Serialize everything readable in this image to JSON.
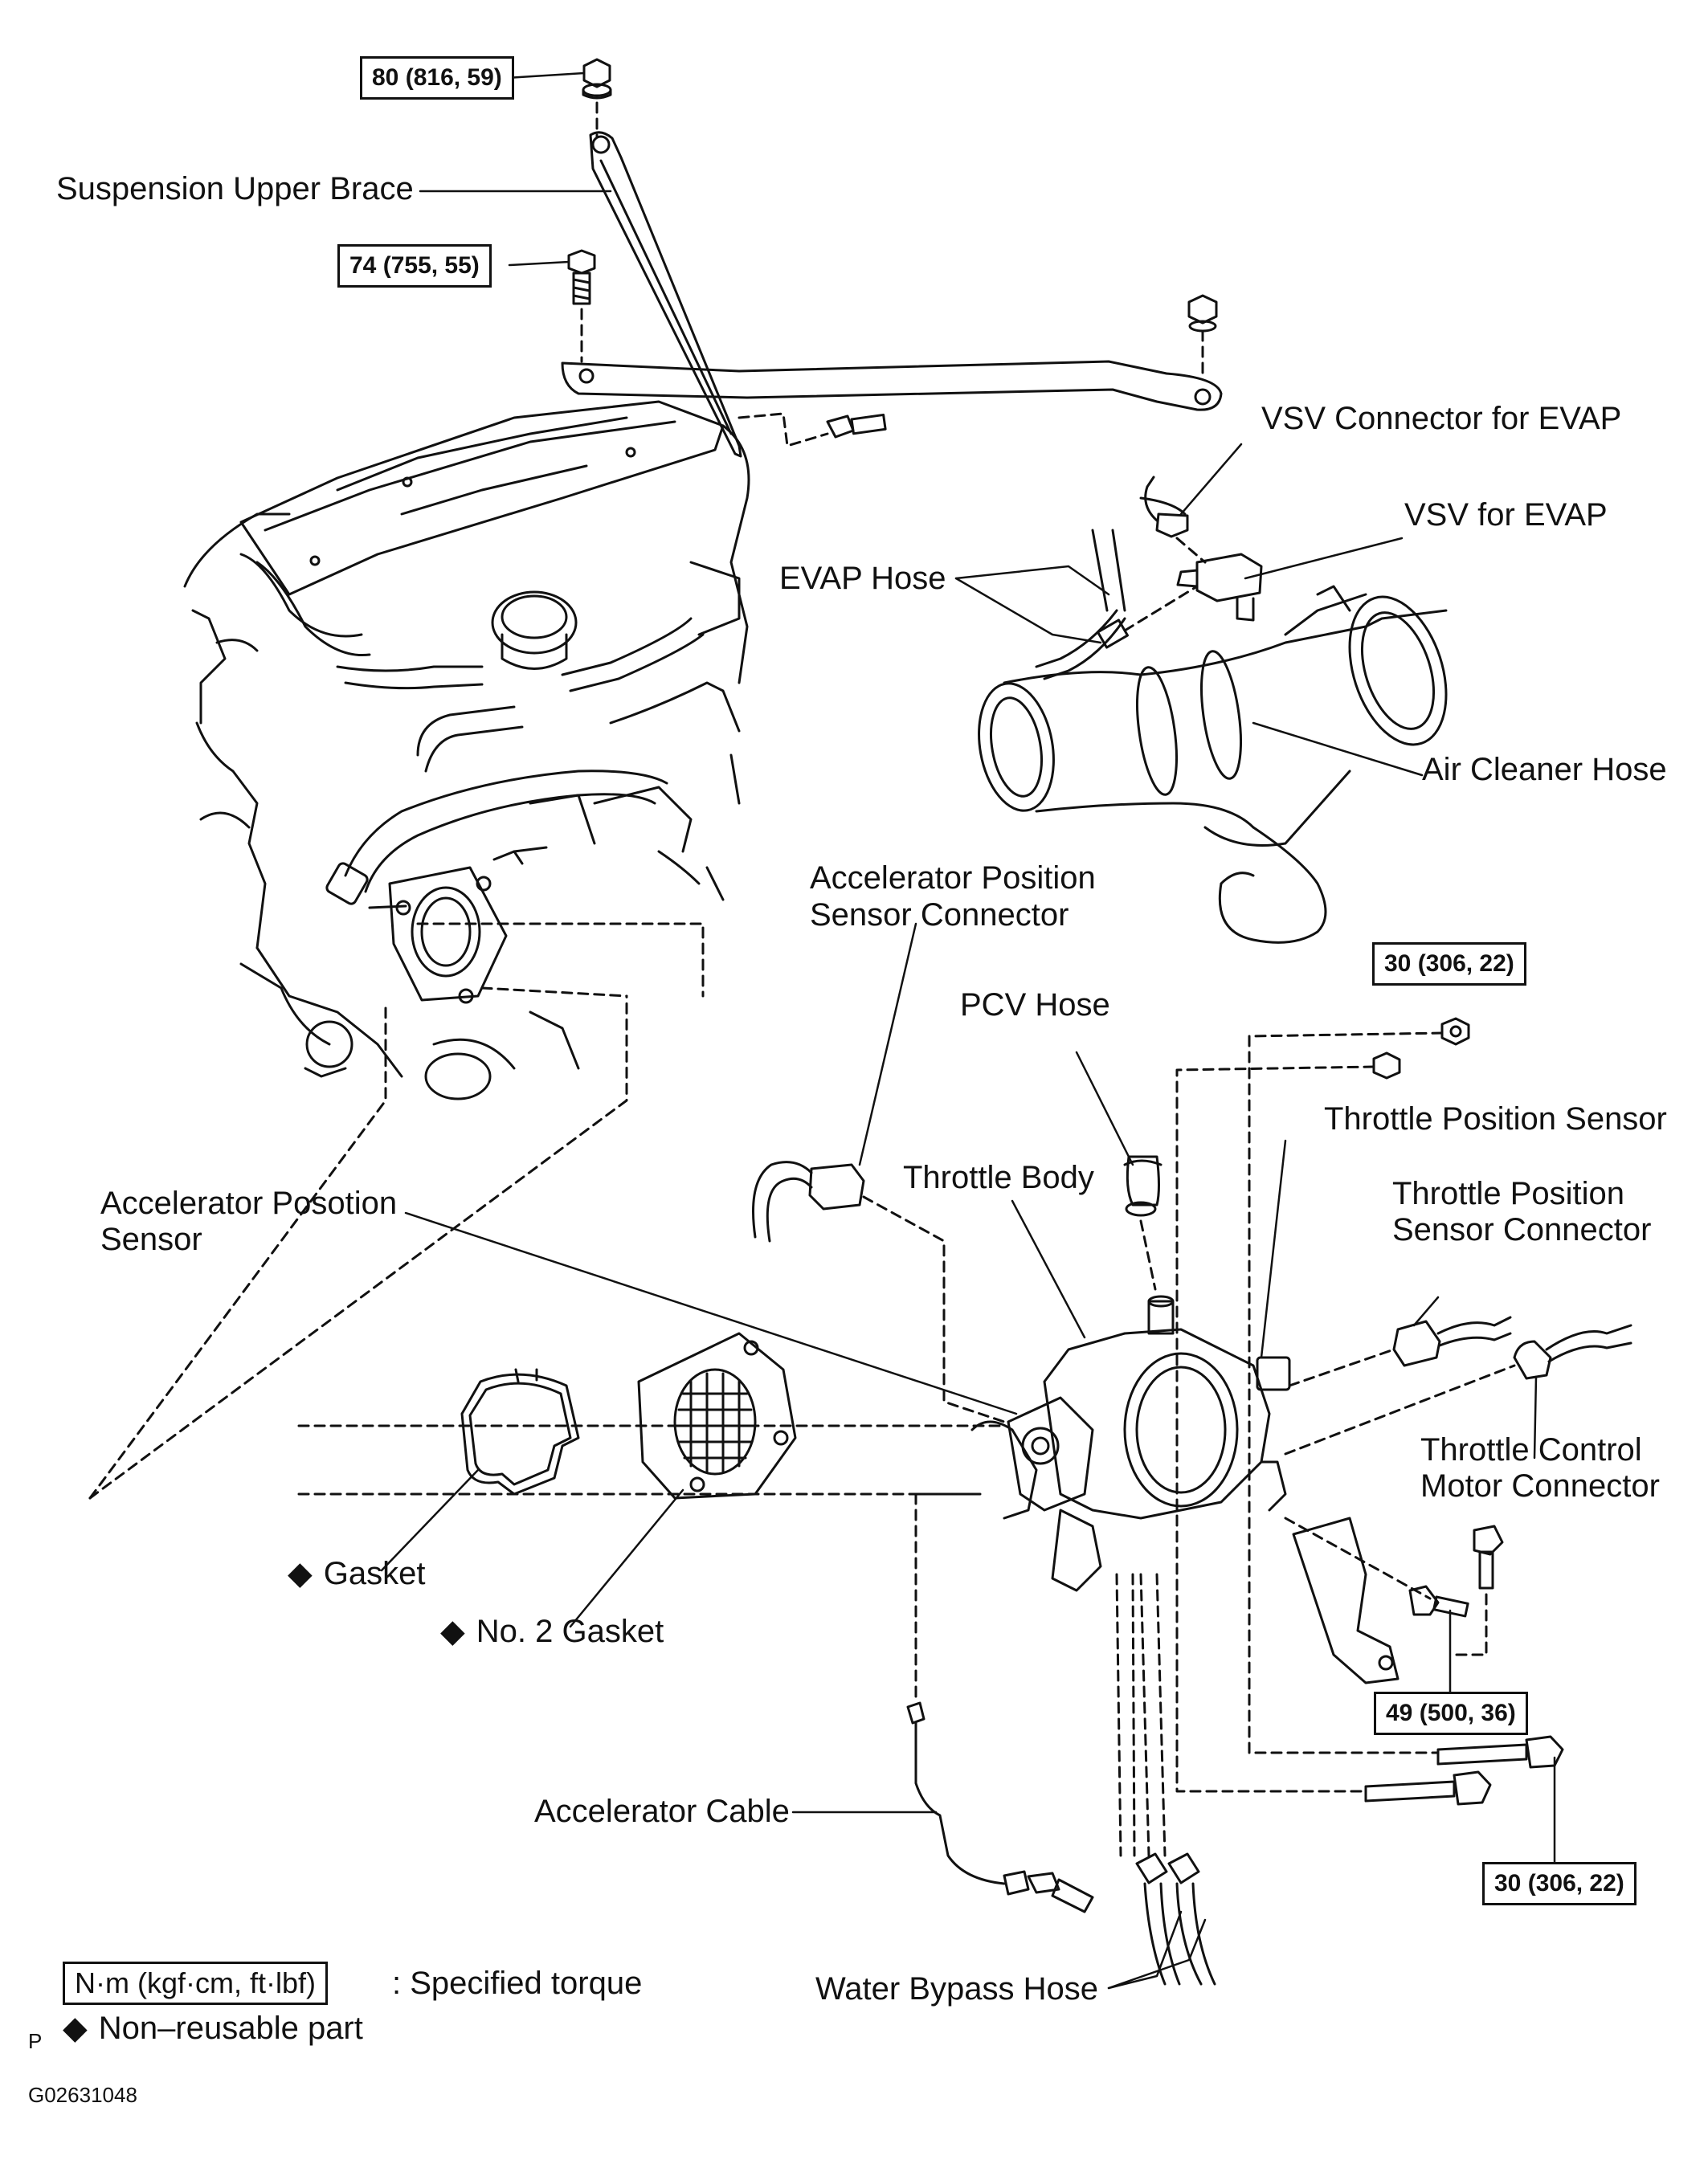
{
  "torque_specs": {
    "upper_brace_nut": "80 (816, 59)",
    "upper_brace_bolt": "74 (755, 55)",
    "throttle_nut": "30 (306, 22)",
    "bracket_bolt": "49 (500, 36)",
    "throttle_bolt": "30 (306, 22)"
  },
  "labels": {
    "suspension_upper_brace": "Suspension Upper Brace",
    "vsv_connector_for_evap": "VSV Connector for EVAP",
    "vsv_for_evap": "VSV for EVAP",
    "evap_hose": "EVAP Hose",
    "air_cleaner_hose": "Air Cleaner Hose",
    "accel_position_sensor_connector_1": "Accelerator  Position",
    "accel_position_sensor_connector_2": "Sensor Connector",
    "pcv_hose": "PCV Hose",
    "throttle_position_sensor": "Throttle Position Sensor",
    "throttle_body": "Throttle Body",
    "accel_position_sensor_1": "Accelerator Posotion",
    "accel_position_sensor_2": "Sensor",
    "throttle_position_sensor_connector_1": "Throttle  Position",
    "throttle_position_sensor_connector_2": "Sensor Connector",
    "throttle_control_motor_connector_1": "Throttle  Control",
    "throttle_control_motor_connector_2": "Motor Connector",
    "gasket": "Gasket",
    "no2_gasket": "No. 2 Gasket",
    "accelerator_cable": "Accelerator Cable",
    "water_bypass_hose": "Water Bypass Hose"
  },
  "legend": {
    "torque_unit": "N·m (kgf·cm, ft·lbf)",
    "torque_text": ": Specified torque",
    "non_reusable_text": "Non–reusable part",
    "diamond_symbol": "◆",
    "page_letter": "P"
  },
  "figure_code": "G02631048"
}
